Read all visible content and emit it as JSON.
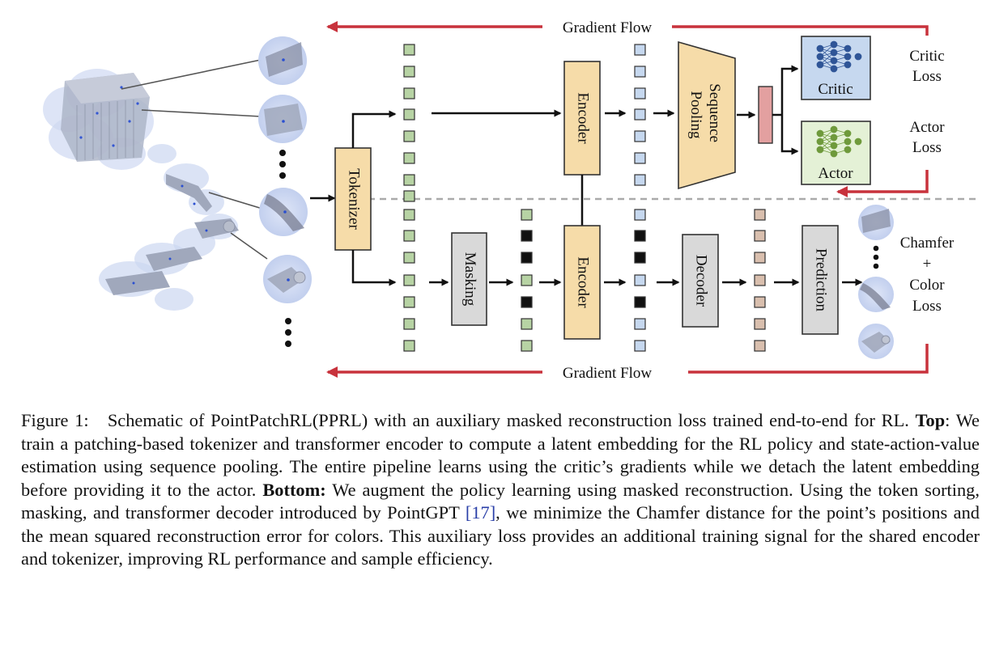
{
  "diagram": {
    "gradient_flow_top": "Gradient Flow",
    "gradient_flow_bottom": "Gradient Flow",
    "tokenizer": "Tokenizer",
    "encoder_top": "Encoder",
    "encoder_bottom": "Encoder",
    "sequence_pooling": [
      "Sequence",
      "Pooling"
    ],
    "critic": "Critic",
    "actor": "Actor",
    "critic_loss": [
      "Critic",
      "Loss"
    ],
    "actor_loss": [
      "Actor",
      "Loss"
    ],
    "masking": "Masking",
    "decoder": "Decoder",
    "prediction": "Prediction",
    "reconstruction_loss": [
      "Chamfer",
      "+",
      "Color",
      "Loss"
    ],
    "colors": {
      "gradient_arrow": "#c8323c",
      "token_green": "#b7d3a4",
      "token_blue": "#c6d8ef",
      "token_brown": "#d9bfae",
      "token_masked": "#111111",
      "block_tan": "#f6dca9",
      "block_gray": "#d9d9d9",
      "pooled_embedding": "#e3a0a0",
      "critic_box": "#c6d8ef",
      "actor_box": "#e4f1d6",
      "network_icon_blue": "#2f5597",
      "network_icon_green": "#6f9a3c",
      "point_cloud_blue": "#7f9ed6"
    }
  },
  "caption": {
    "label": "Figure 1:",
    "intro": "Schematic of PointPatchRL(PPRL) with an auxiliary masked reconstruction loss trained end-to-end for RL.",
    "top_label": "Top",
    "top_text": ": We train a patching-based tokenizer and transformer encoder to compute a latent embedding for the RL policy and state-action-value estimation using sequence pooling. The entire pipeline learns using the critic’s gradients while we detach the latent embedding before providing it to the actor.",
    "bottom_label": "Bottom:",
    "bottom_text_1": "We augment the policy learning using masked reconstruction. Using the token sorting, masking, and transformer decoder introduced by PointGPT",
    "citation": "[17]",
    "bottom_text_2": ", we minimize the Chamfer distance for the point’s positions and the mean squared reconstruction error for colors. This auxiliary loss provides an additional training signal for the shared encoder and tokenizer, improving RL performance and sample efficiency."
  }
}
